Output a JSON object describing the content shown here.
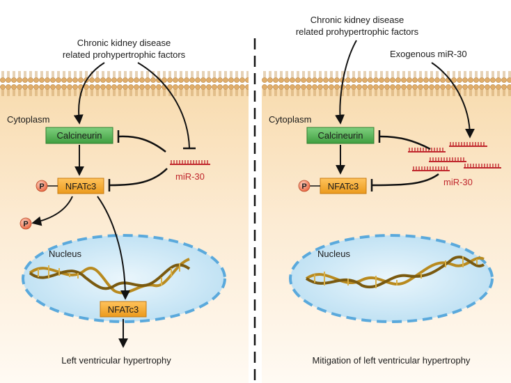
{
  "left_panel": {
    "factors_line1": "Chronic kidney disease",
    "factors_line2": "related prohypertrophic factors",
    "cytoplasm": "Cytoplasm",
    "calcineurin": "Calcineurin",
    "nfatc3": "NFATc3",
    "mirna": "miR-30",
    "phospho": "P",
    "phospho2": "P",
    "nucleus": "Nucleus",
    "nfatc3_nuclear": "NFATc3",
    "outcome": "Left ventricular hypertrophy"
  },
  "right_panel": {
    "factors_line1": "Chronic kidney disease",
    "factors_line2": "related prohypertrophic factors",
    "exogenous": "Exogenous miR-30",
    "cytoplasm": "Cytoplasm",
    "calcineurin": "Calcineurin",
    "nfatc3": "NFATc3",
    "mirna": "miR-30",
    "phospho": "P",
    "nucleus": "Nucleus",
    "outcome": "Mitigation of left ventricular hypertrophy"
  },
  "colors": {
    "calcineurin_fill": "#5cb85c",
    "nfatc3_fill": "#f5a623",
    "mirna_red": "#c0272d",
    "phospho_fill": "#f08060",
    "nucleus_fill": "#cde8f6",
    "nucleus_border": "#5aa9dc",
    "membrane": "#d9a563",
    "cytoplasm_bg": "#fbe9cf"
  }
}
